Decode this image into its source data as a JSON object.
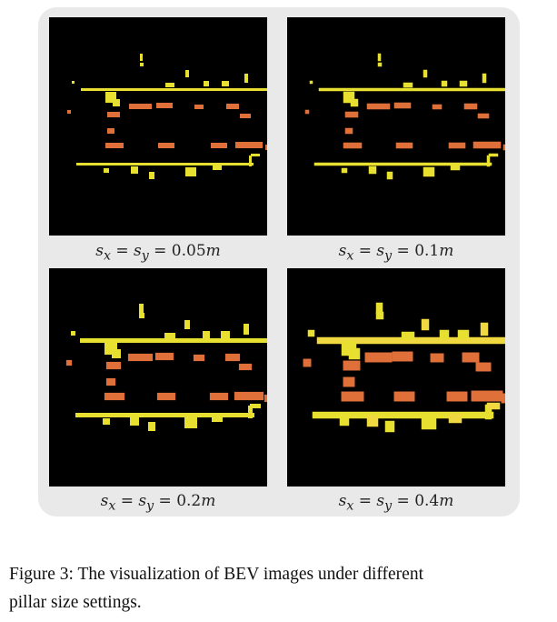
{
  "panels": [
    {
      "id": "p005",
      "caption_var": "s",
      "caption_sub_x": "x",
      "caption_eq": " = ",
      "caption_sub_y": "y",
      "caption_val": "0.05",
      "caption_unit": "m",
      "level": 1
    },
    {
      "id": "p01",
      "caption_var": "s",
      "caption_sub_x": "x",
      "caption_eq": " = ",
      "caption_sub_y": "y",
      "caption_val": "0.1",
      "caption_unit": "m",
      "level": 2
    },
    {
      "id": "p02",
      "caption_var": "s",
      "caption_sub_x": "x",
      "caption_eq": " = ",
      "caption_sub_y": "y",
      "caption_val": "0.2",
      "caption_unit": "m",
      "level": 3
    },
    {
      "id": "p04",
      "caption_var": "s",
      "caption_sub_x": "x",
      "caption_eq": " = ",
      "caption_sub_y": "y",
      "caption_val": "0.4",
      "caption_unit": "m",
      "level": 4
    }
  ],
  "figure_caption": {
    "line1": "Figure 3: The visualization of BEV images under different",
    "line2": "pillar size settings."
  },
  "colors": {
    "background_panel": "#000000",
    "road_line": "#e8e030",
    "car_block": "#e0703a",
    "highlight": "#f0d840"
  }
}
